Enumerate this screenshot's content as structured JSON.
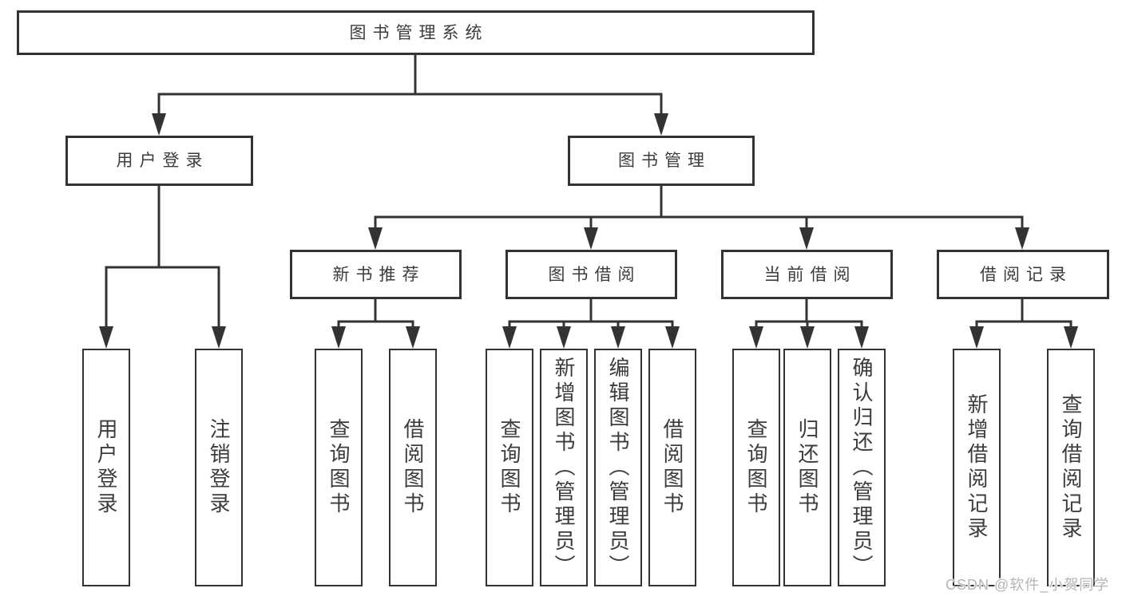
{
  "nodes": {
    "root": "图书管理系统",
    "user_login": "用户登录",
    "book_mgmt": "图书管理",
    "new_book_rec": "新书推荐",
    "book_borrow": "图书借阅",
    "current_borrow": "当前借阅",
    "borrow_record": "借阅记录",
    "ul_user_login": "用户登录",
    "ul_logout": "注销登录",
    "nbr_query": "查询图书",
    "nbr_borrow": "借阅图书",
    "bb_query": "查询图书",
    "bb_add": "新增图书（管理员）",
    "bb_edit": "编辑图书（管理员）",
    "bb_borrow": "借阅图书",
    "cb_query": "查询图书",
    "cb_return": "归还图书",
    "cb_confirm": "确认归还（管理员）",
    "br_add": "新增借阅记录",
    "br_query": "查询借阅记录"
  },
  "hierarchy": {
    "root": [
      "user_login",
      "book_mgmt"
    ],
    "user_login": [
      "ul_user_login",
      "ul_logout"
    ],
    "book_mgmt": [
      "new_book_rec",
      "book_borrow",
      "current_borrow",
      "borrow_record"
    ],
    "new_book_rec": [
      "nbr_query",
      "nbr_borrow"
    ],
    "book_borrow": [
      "bb_query",
      "bb_add",
      "bb_edit",
      "bb_borrow"
    ],
    "current_borrow": [
      "cb_query",
      "cb_return",
      "cb_confirm"
    ],
    "borrow_record": [
      "br_add",
      "br_query"
    ]
  },
  "watermark": "CSDN @软件_小贺同学",
  "colors": {
    "line": "#333333",
    "text": "#3c3c3c",
    "background": "#ffffff",
    "watermark": "#b5b5b5"
  }
}
